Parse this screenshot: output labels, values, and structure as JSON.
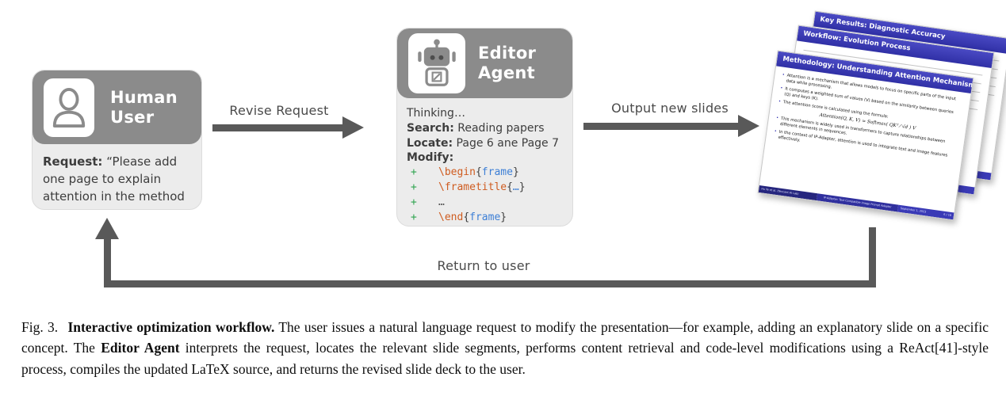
{
  "colors": {
    "header_gray": "#8b8b8b",
    "body_gray": "#ececec",
    "arrow_gray": "#595959",
    "beamer_blue": "#3333b2",
    "code_plus_green": "#2ea44f",
    "code_command_orange": "#cf5c20",
    "code_arg_blue": "#3d7fd6"
  },
  "diagram": {
    "human_user": {
      "title_line1": "Human",
      "title_line2": "User",
      "request_label": "Request:",
      "request_text": "“Please add one page to explain attention in the method part.”"
    },
    "arrows": {
      "revise_request": "Revise Request",
      "output_new_slides": "Output new slides",
      "return_to_user": "Return to user"
    },
    "editor_agent": {
      "title_line1": "Editor",
      "title_line2": "Agent",
      "thinking": "Thinking…",
      "search_label": "Search:",
      "search_text": "Reading papers",
      "locate_label": "Locate:",
      "locate_text": "Page 6 ane Page 7",
      "modify_label": "Modify:",
      "code": {
        "line1": {
          "plus": "+",
          "cmd": "\\begin",
          "brace_open": "{",
          "arg": "frame",
          "brace_close": "}"
        },
        "line2": {
          "plus": "+",
          "cmd": "\\frametitle",
          "brace_open": "{",
          "arg": "…",
          "brace_close": "}"
        },
        "line3": {
          "plus": "+",
          "dots": "…"
        },
        "line4": {
          "plus": "+",
          "cmd": "\\end",
          "brace_open": "{",
          "arg": "frame",
          "brace_close": "}"
        }
      }
    },
    "slides": {
      "back_title": "Key Results: Diagnostic Accuracy",
      "middle_title": "Workflow: Evolution Process",
      "front": {
        "title": "Methodology: Understanding Attention Mechanism",
        "bullets": [
          "Attention is a mechanism that allows models to focus on specific parts of the input data while processing.",
          "It computes a weighted sum of values (V) based on the similarity between queries (Q) and keys (K).",
          "The attention score is calculated using the formula:",
          "This mechanism is widely used in transformers to capture relationships between different elements in sequences.",
          "In the context of IP-Adapter, attention is used to integrate text and image features effectively."
        ],
        "formula": "Attention(Q, K, V) = Softmax( QKᵀ ⁄ √d ) V",
        "footer_author": "Hu Ye et al. (Tencent AI Lab)",
        "footer_title": "IP-Adapter: Text Compatible Image Prompt Adapter",
        "footer_date": "September 1, 2023",
        "footer_page": "6 / 18"
      }
    }
  },
  "caption": {
    "fig_label": "Fig. 3.",
    "bold_intro": "Interactive optimization workflow.",
    "text_1": "The user issues a natural language request to modify the presentation—for example, adding an explanatory slide on a specific concept. The",
    "bold_agent": "Editor Agent",
    "text_2": "interprets the request, locates the relevant slide segments, performs content retrieval and code-level modifications using a ReAct[41]-style process, compiles the updated LaTeX source, and returns the revised slide deck to the user."
  }
}
